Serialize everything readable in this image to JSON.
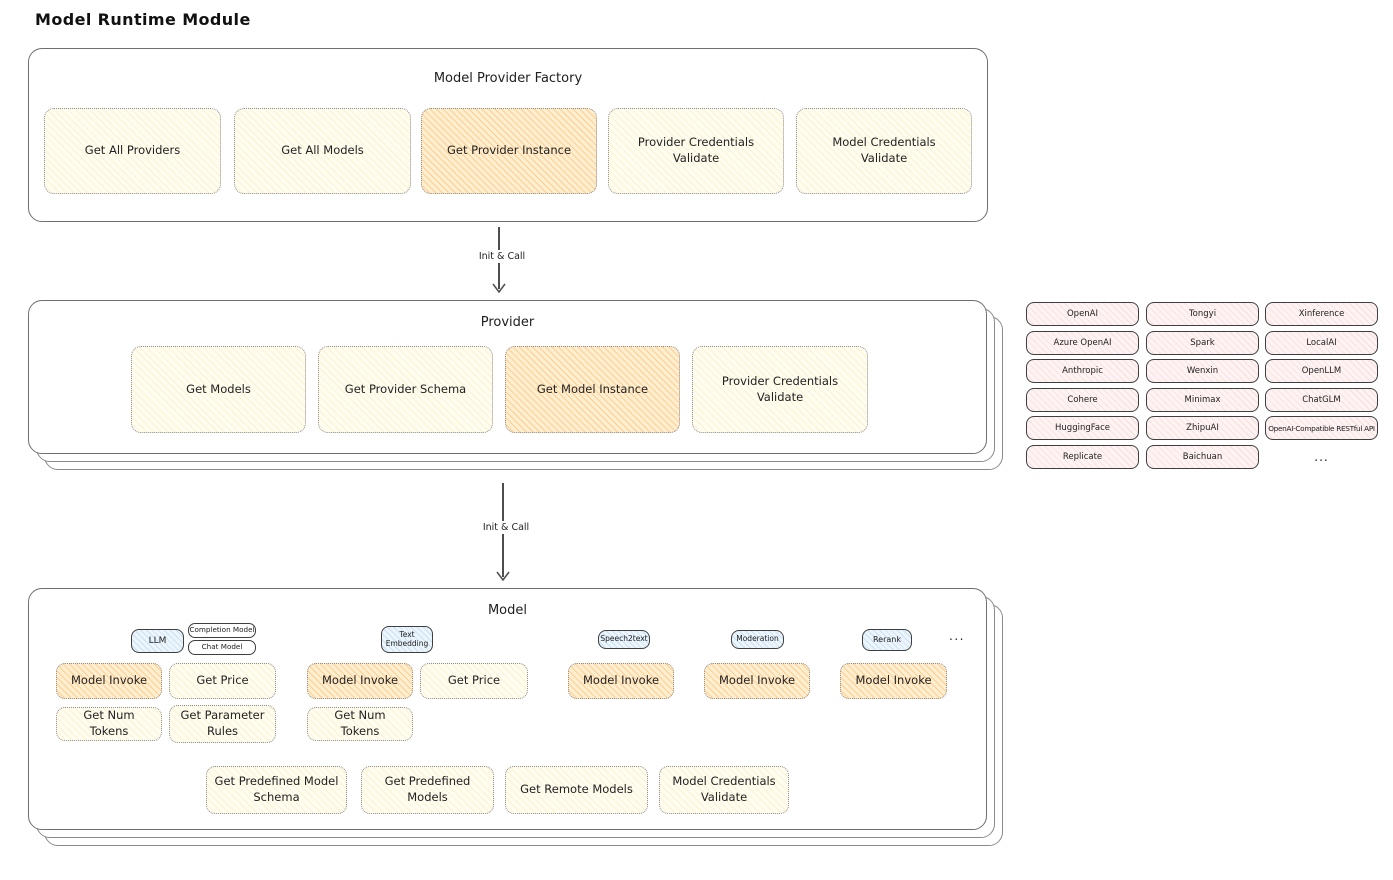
{
  "diagram_title": "Model Runtime Module",
  "arrows": {
    "label1": "Init & Call",
    "label2": "Init & Call"
  },
  "factory": {
    "title": "Model Provider Factory",
    "items": [
      {
        "label": "Get All Providers",
        "highlighted": false
      },
      {
        "label": "Get All Models",
        "highlighted": false
      },
      {
        "label": "Get Provider Instance",
        "highlighted": true
      },
      {
        "label": "Provider Credentials Validate",
        "highlighted": false
      },
      {
        "label": "Model Credentials Validate",
        "highlighted": false
      }
    ]
  },
  "provider": {
    "title": "Provider",
    "items": [
      {
        "label": "Get Models",
        "highlighted": false
      },
      {
        "label": "Get Provider Schema",
        "highlighted": false
      },
      {
        "label": "Get Model Instance",
        "highlighted": true
      },
      {
        "label": "Provider Credentials Validate",
        "highlighted": false
      }
    ]
  },
  "providers_grid": {
    "col1": [
      "OpenAI",
      "Azure OpenAI",
      "Anthropic",
      "Cohere",
      "HuggingFace",
      "Replicate"
    ],
    "col2": [
      "Tongyi",
      "Spark",
      "Wenxin",
      "Minimax",
      "ZhipuAI",
      "Baichuan"
    ],
    "col3": [
      "Xinference",
      "LocalAI",
      "OpenLLM",
      "ChatGLM",
      "OpenAI-Compatible RESTful API"
    ],
    "more_label": "..."
  },
  "model": {
    "title": "Model",
    "tags": {
      "llm": "LLM",
      "completion_model": "Completion Model",
      "chat_model": "Chat Model",
      "text_embedding": "Text Embedding",
      "speech2text": "Speech2text",
      "moderation": "Moderation",
      "rerank": "Rerank",
      "more": "..."
    },
    "functions": {
      "llm_invoke": "Model Invoke",
      "llm_get_price": "Get Price",
      "llm_get_num_tokens": "Get Num Tokens",
      "llm_get_parameter_rules": "Get Parameter Rules",
      "embedding_invoke": "Model Invoke",
      "embedding_get_price": "Get Price",
      "embedding_get_num_tokens": "Get Num Tokens",
      "speech2text_invoke": "Model Invoke",
      "moderation_invoke": "Model Invoke",
      "rerank_invoke": "Model Invoke",
      "get_predefined_model_schema": "Get Predefined Model Schema",
      "get_predefined_models": "Get Predefined Models",
      "get_remote_models": "Get Remote Models",
      "model_credentials_validate": "Model Credentials Validate"
    }
  },
  "colors": {
    "node_yellow": "#fffcf0",
    "node_highlight": "#ffeed0",
    "provider_pink": "#fdf3f3",
    "tag_blue": "#ecf5fc",
    "outline": "#3f3f3f",
    "container_border": "#6f6f6f"
  }
}
